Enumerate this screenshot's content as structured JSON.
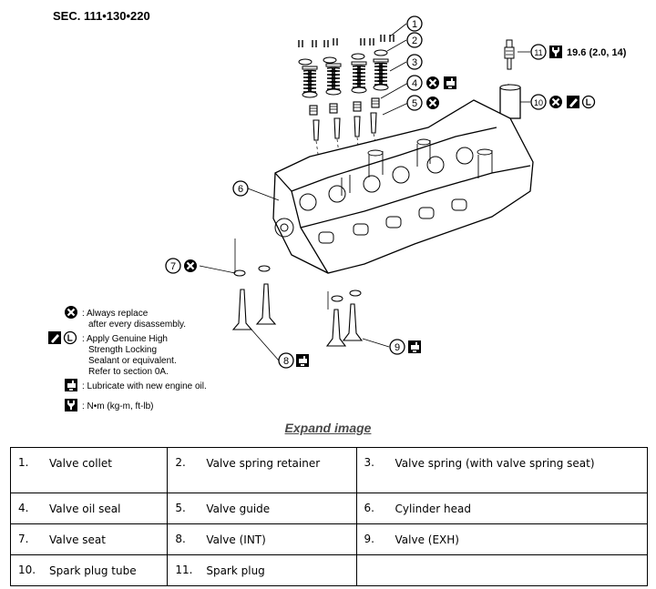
{
  "section_code": "SEC. 111•130•220",
  "callouts": [
    "1",
    "2",
    "3",
    "4",
    "5",
    "6",
    "7",
    "8",
    "9",
    "10",
    "11"
  ],
  "torque_spec": "19.6 (2.0, 14)",
  "legend": {
    "always_replace": [
      ": Always replace",
      "after every disassembly."
    ],
    "sealant": [
      ": Apply Genuine High",
      "Strength Locking",
      "Sealant or equivalent.",
      "Refer to section 0A."
    ],
    "lubricate": ": Lubricate with new engine oil.",
    "torque_units": ": N•m (kg-m, ft-lb)"
  },
  "expand_link": "Expand image",
  "parts": [
    [
      {
        "num": "1.",
        "name": "Valve collet"
      },
      {
        "num": "2.",
        "name": "Valve spring retainer"
      },
      {
        "num": "3.",
        "name": "Valve spring (with valve spring seat)"
      }
    ],
    [
      {
        "num": "4.",
        "name": "Valve oil seal"
      },
      {
        "num": "5.",
        "name": "Valve guide"
      },
      {
        "num": "6.",
        "name": "Cylinder head"
      }
    ],
    [
      {
        "num": "7.",
        "name": "Valve seat"
      },
      {
        "num": "8.",
        "name": "Valve (INT)"
      },
      {
        "num": "9.",
        "name": "Valve (EXH)"
      }
    ],
    [
      {
        "num": "10.",
        "name": "Spark plug tube"
      },
      {
        "num": "11.",
        "name": "Spark plug"
      },
      {
        "num": "",
        "name": ""
      }
    ]
  ]
}
